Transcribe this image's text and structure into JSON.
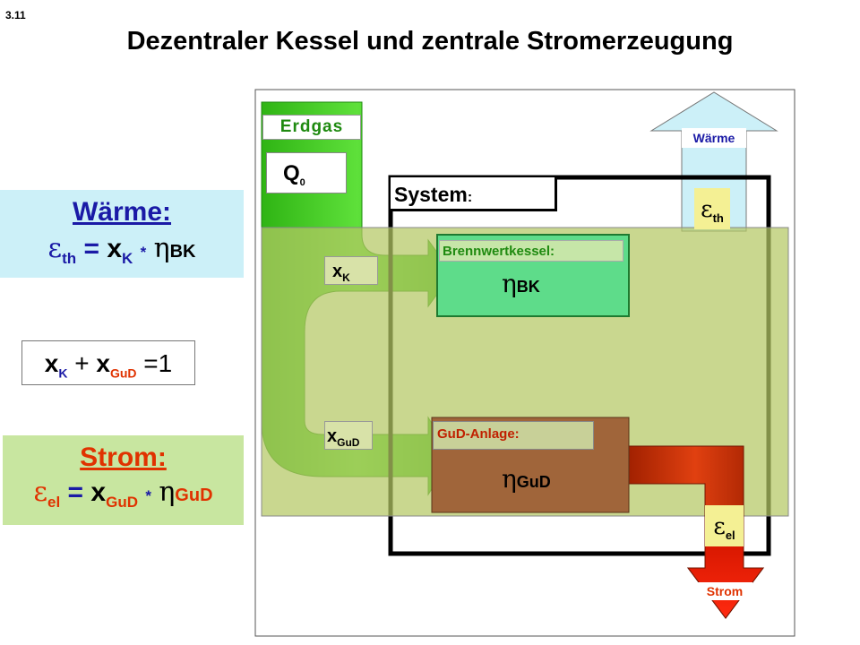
{
  "slide_number": "3.11",
  "title": "Dezentraler Kessel und zentrale Stromerzeugung",
  "diagram": {
    "input_label": "Erdgas",
    "input_symbol": "Q",
    "input_symbol_sub": "0",
    "system_label": "System",
    "system_colon": ":",
    "heat_label": "Wärme",
    "power_label": "Strom",
    "split_k": "x",
    "split_k_sub": "K",
    "split_gud": "x",
    "split_gud_sub": "GuD",
    "boiler_label": "Brennwertkessel:",
    "boiler_eta": "η",
    "boiler_eta_sub": "BK",
    "gud_label": "GuD-Anlage:",
    "gud_eta": "η",
    "gud_eta_sub": "GuD",
    "eps_th": "ε",
    "eps_th_sub": "th",
    "eps_el": "ε",
    "eps_el_sub": "el"
  },
  "equations": {
    "heat_title": "Wärme:",
    "heat_eps": "ε",
    "heat_eps_sub": "th",
    "heat_eq": "=",
    "heat_x": "x",
    "heat_x_sub": "K",
    "heat_mul": "*",
    "heat_eta": "η",
    "heat_eta_sub": "BK",
    "sum_x1": "x",
    "sum_x1_sub": "K",
    "sum_plus": "+",
    "sum_x2": "x",
    "sum_x2_sub": "GuD",
    "sum_eq": "=1",
    "power_title": "Strom:",
    "power_eps": "ε",
    "power_eps_sub": "el",
    "power_eq": "=",
    "power_x": "x",
    "power_x_sub": "GuD",
    "power_mul": "*",
    "power_eta": "η",
    "power_eta_sub": "GuD"
  },
  "colors": {
    "heat_box": "#ccf0f8",
    "power_box": "#c8e6a0",
    "system_overlay": "#c6d67e",
    "boiler": "#5edc8a",
    "gud": "#a0653a",
    "green_flow": "#3cc81e",
    "red_flow": "#b42800",
    "blue_text": "#1a1aa6",
    "red_text": "#e03200",
    "dark_red_text": "#c02000"
  }
}
